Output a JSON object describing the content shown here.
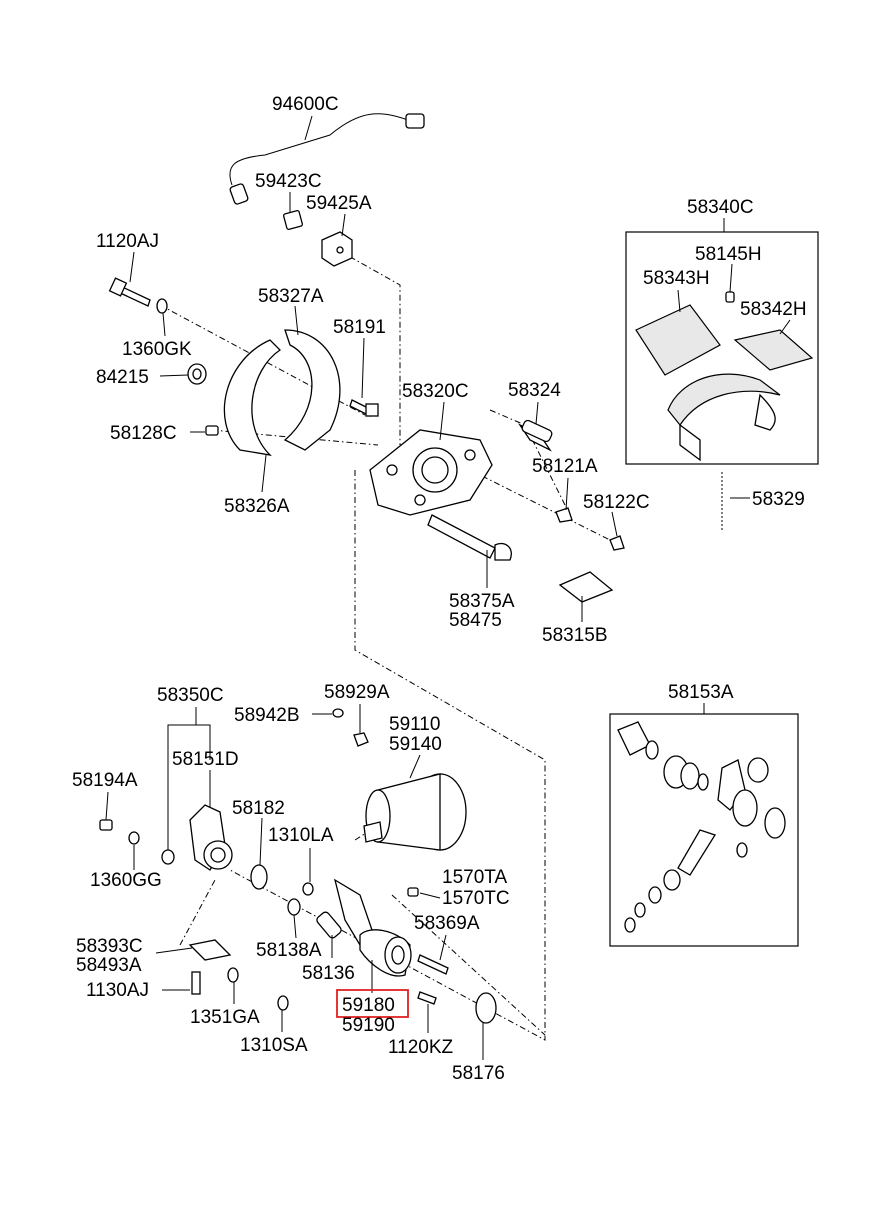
{
  "labels": {
    "p94600C": "94600C",
    "p59423C": "59423C",
    "p59425A": "59425A",
    "p1120AJ": "1120AJ",
    "p58327A": "58327A",
    "p58191": "58191",
    "p1360GK": "1360GK",
    "p84215": "84215",
    "p58128C": "58128C",
    "p58326A": "58326A",
    "p58320C": "58320C",
    "p58324": "58324",
    "p58121A": "58121A",
    "p58122C": "58122C",
    "p58375A": "58375A",
    "p58475": "58475",
    "p58315B": "58315B",
    "p58340C": "58340C",
    "p58145H": "58145H",
    "p58343H": "58343H",
    "p58342H": "58342H",
    "p58329": "58329",
    "p58350C": "58350C",
    "p58151D": "58151D",
    "p58942B": "58942B",
    "p58929A": "58929A",
    "p59110": "59110",
    "p59140": "59140",
    "p58194A": "58194A",
    "p58182": "58182",
    "p1310LA": "1310LA",
    "p1360GG": "1360GG",
    "p1570TA": "1570TA",
    "p1570TC": "1570TC",
    "p58369A": "58369A",
    "p58138A": "58138A",
    "p58136": "58136",
    "p58393C": "58393C",
    "p58493A": "58493A",
    "p1130AJ": "1130AJ",
    "p1351GA": "1351GA",
    "p59180": "59180",
    "p59190": "59190",
    "p1310SA": "1310SA",
    "p1120KZ": "1120KZ",
    "p58176": "58176",
    "p58153A": "58153A"
  },
  "highlight_color": "#e02020",
  "highlighted_part": "59180"
}
